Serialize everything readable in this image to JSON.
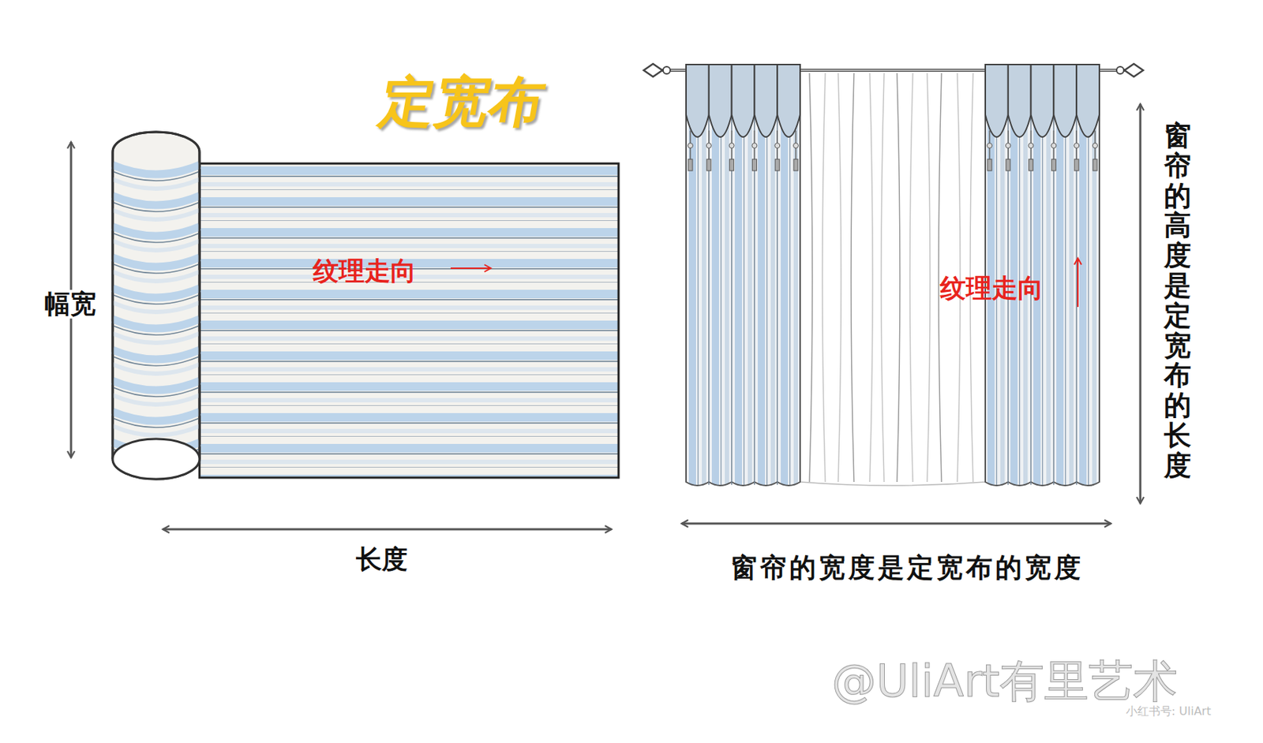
{
  "diagram": {
    "title": "定宽布",
    "labels": [
      "幅宽",
      "纹理走向",
      "长度",
      "纹理走向",
      "窗帘的高度是定宽布的长度",
      "窗帘的宽度是定宽布的宽度",
      "@UliArt有里艺术",
      "小红书号: UliArt"
    ]
  }
}
